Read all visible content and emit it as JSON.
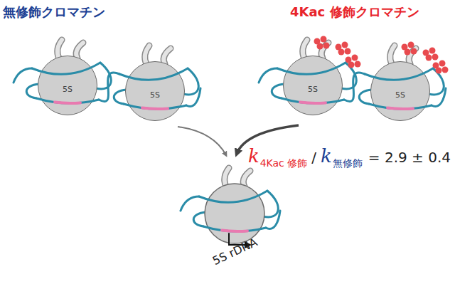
{
  "diagram": {
    "nodes": [
      {
        "text": [
          "5S"
        ]
      },
      {
        "text": [
          "5S"
        ]
      },
      {
        "text": [
          "5S"
        ]
      },
      {
        "text": [
          "5S"
        ]
      }
    ],
    "labels": [
      "無修飾クロマチン",
      "4Kac 修飾クロマチン",
      "k",
      "4Kac 修飾",
      "/",
      "k",
      "無修飾",
      "= 2.9 ± 0.4",
      "5S rDNA"
    ]
  }
}
